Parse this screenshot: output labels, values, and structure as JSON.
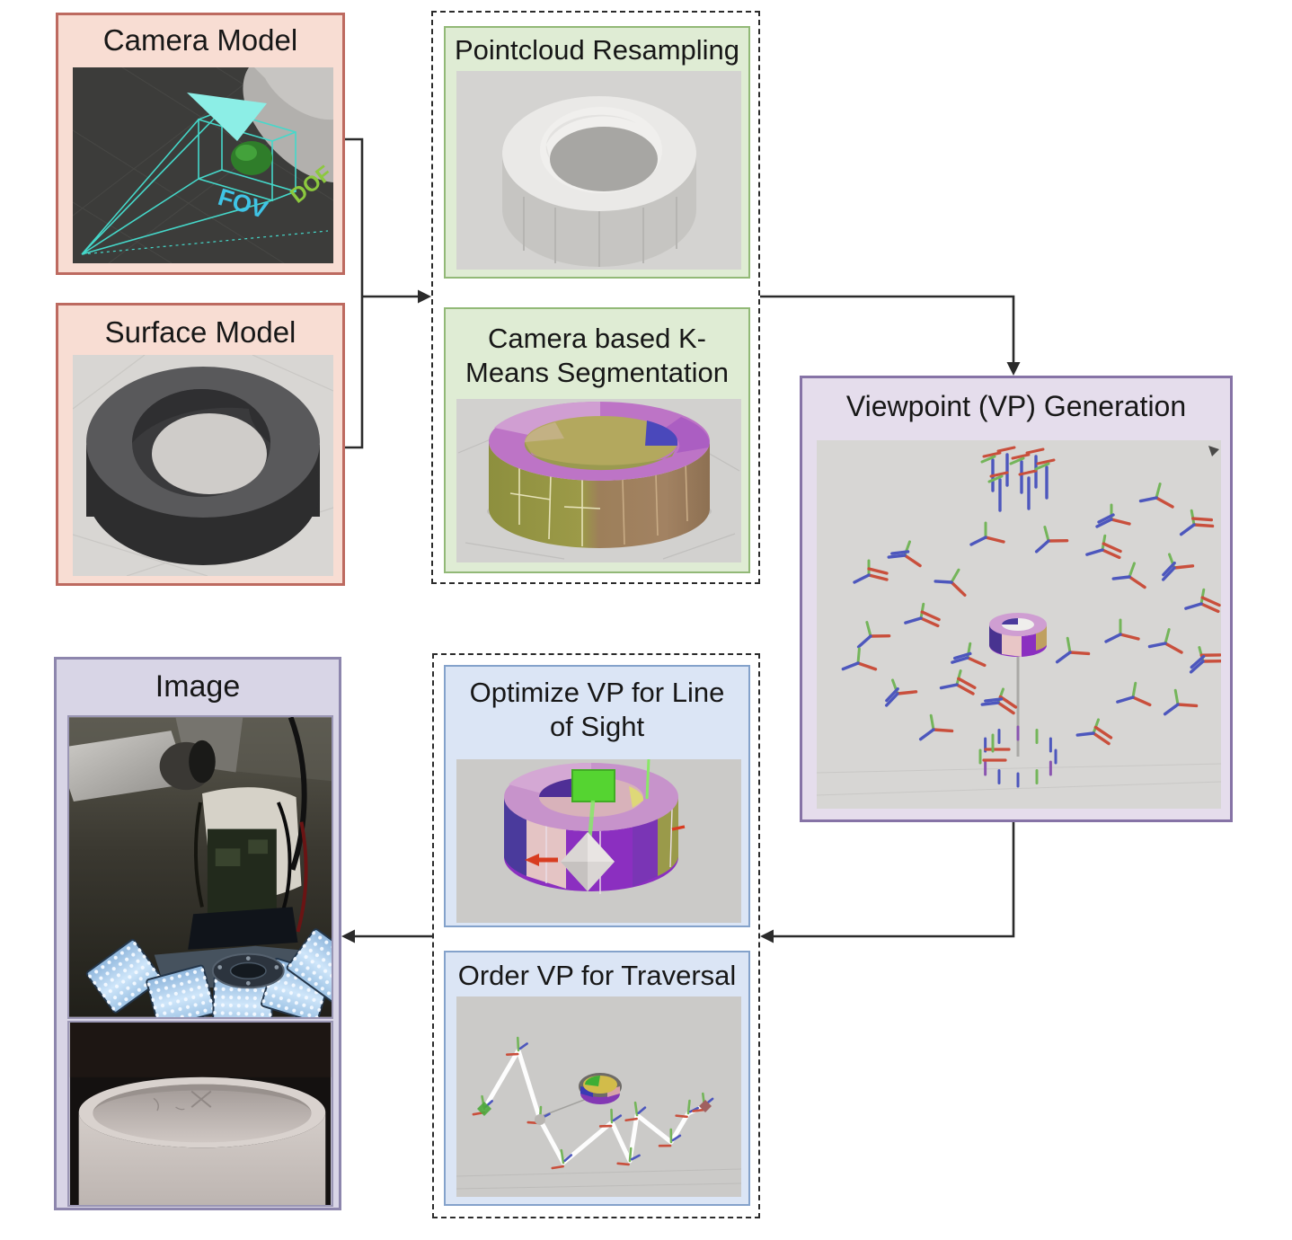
{
  "boxes": {
    "camera_model": {
      "title": "Camera Model"
    },
    "surface_model": {
      "title": "Surface Model"
    },
    "pointcloud_resampling": {
      "title": "Pointcloud Resampling"
    },
    "kmeans_segmentation": {
      "title": "Camera based K-Means Segmentation"
    },
    "vp_generation": {
      "title": "Viewpoint (VP) Generation"
    },
    "optimize_vp": {
      "title": "Optimize VP for Line of Sight"
    },
    "order_vp": {
      "title": "Order VP for Traversal"
    },
    "image": {
      "title": "Image"
    }
  },
  "figure_labels": {
    "fov": "FOV",
    "dof": "DOF"
  },
  "colors": {
    "pink_fill": "#f8ddd3",
    "pink_border": "#bd6a60",
    "green_fill": "#dfecd4",
    "green_border": "#92b977",
    "purple_fill": "#e5ddec",
    "purple_border": "#8673a6",
    "blue_fill": "#dbe5f5",
    "blue_border": "#84a2cb",
    "lavender_fill": "#d8d5e6",
    "lavender_border": "#8d86ad",
    "arrow": "#2b2b2b",
    "axis_x": "#c94f3c",
    "axis_y": "#74b55a",
    "axis_z": "#4d57bd"
  }
}
